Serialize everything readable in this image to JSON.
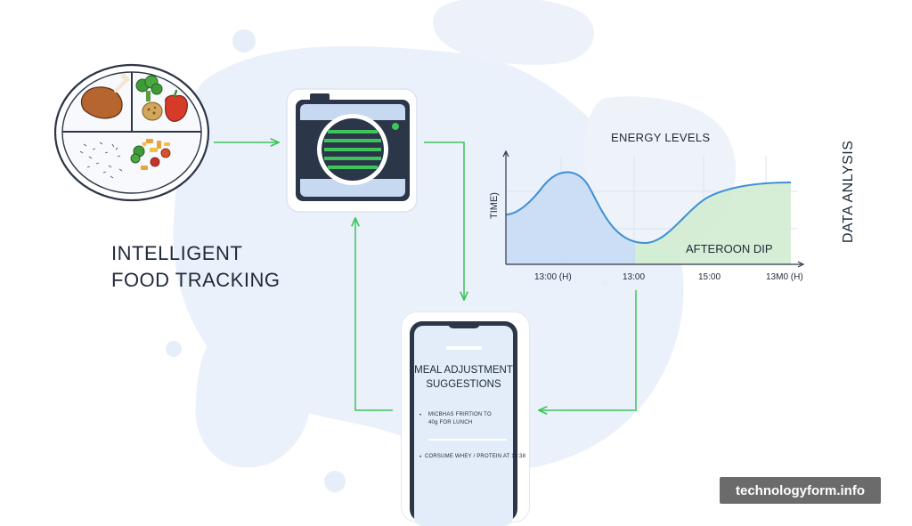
{
  "title": {
    "line1": "INTELLIGENT",
    "line2": "FOOD TRACKING"
  },
  "side_label": "DATA ANLYSIS",
  "chart": {
    "title": "ENERGY LEVELS",
    "ylabel": "TIME)",
    "x_ticks": [
      "13:00 (H)",
      "13:00",
      "15:00",
      "13M0 (H)"
    ],
    "annotation": "AFTEROON DIP"
  },
  "phone": {
    "heading_line1": "MEAL ADJUSTMENT",
    "heading_line2": "SUGGESTIONS",
    "item1_line1": "MICBHAS FRIRTION TO",
    "item1_line2": "40g FOR LUNCH",
    "item2": "CORSUME WHEY / PROTEIN AT 14:38"
  },
  "watermark": "technologyform.info",
  "colors": {
    "accent_green": "#3dc45a",
    "curve_blue": "#3d8fd6",
    "area_blue": "#c6dbf3",
    "area_green": "#d2ecd0",
    "bg_blob": "#e9f0fa",
    "dark": "#1f2a3a"
  },
  "icons": [
    "plate-icon",
    "camera-icon",
    "smartphone-icon"
  ]
}
